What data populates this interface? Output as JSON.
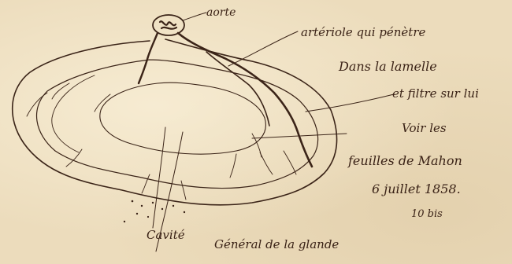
{
  "page": {
    "ink_color": "#3a2216",
    "paper_color": "#ecdcbc"
  },
  "annotations": {
    "aorta": "aorte",
    "arterioles": "artériole qui pénètre",
    "lamella_line1": "Dans la lamelle",
    "lamella_line2": "et filtre sur lui",
    "see_line1": "Voir les",
    "see_line2": "feuilles de Mahon",
    "date": "6 juillet 1858.",
    "folio": "10 bis",
    "cavity": "Cavité",
    "general": "Général de la glande"
  }
}
